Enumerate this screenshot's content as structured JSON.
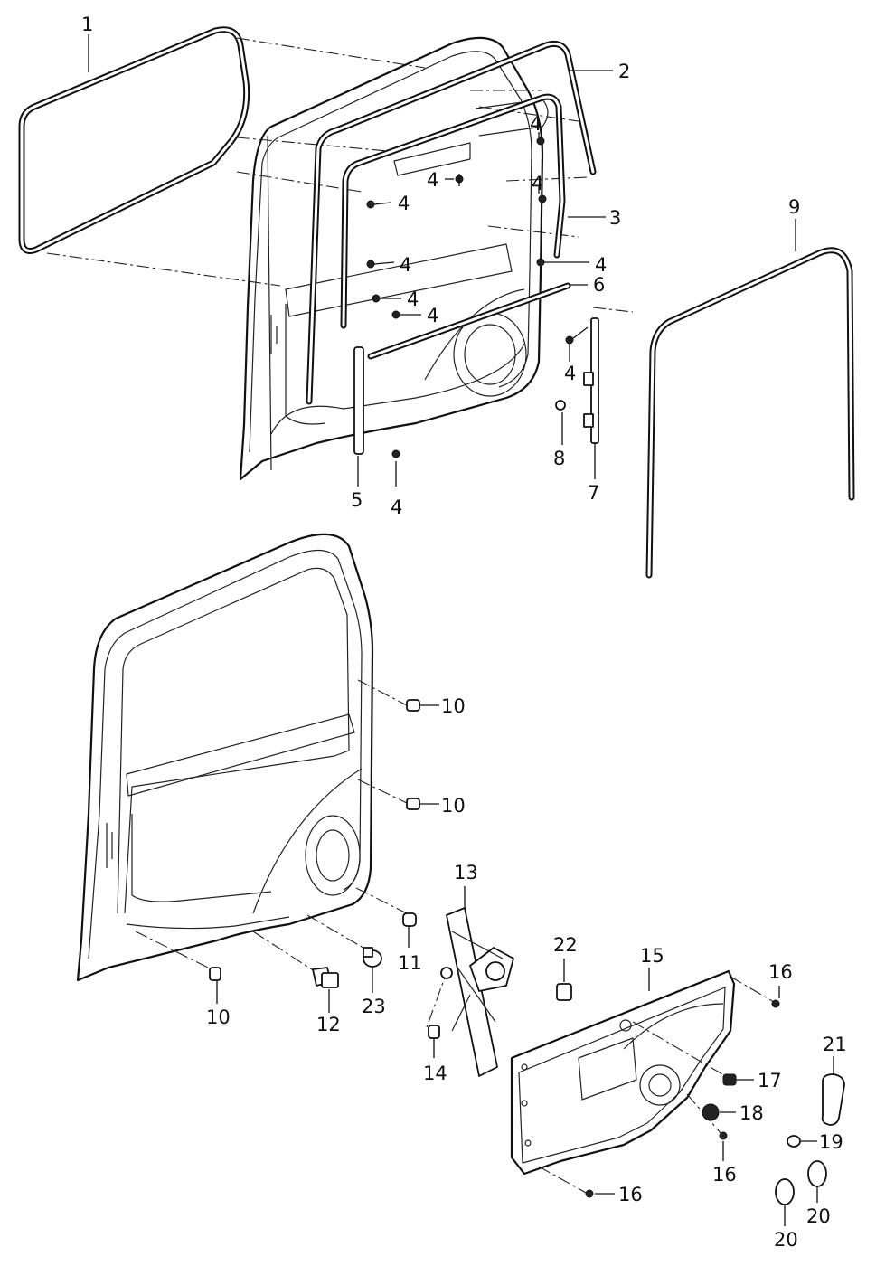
{
  "callouts": {
    "c1": "1",
    "c2": "2",
    "c3": "3",
    "c4a": "4",
    "c4b": "4",
    "c4c": "4",
    "c4d": "4",
    "c4e": "4",
    "c4f": "4",
    "c4g": "4",
    "c4h": "4",
    "c4i": "4",
    "c4j": "4",
    "c5": "5",
    "c6": "6",
    "c7": "7",
    "c8": "8",
    "c9": "9",
    "c10a": "10",
    "c10b": "10",
    "c10c": "10",
    "c11": "11",
    "c12": "12",
    "c13": "13",
    "c14": "14",
    "c15": "15",
    "c16a": "16",
    "c16b": "16",
    "c16c": "16",
    "c17": "17",
    "c18": "18",
    "c19": "19",
    "c20a": "20",
    "c20b": "20",
    "c21": "21",
    "c22": "22",
    "c23": "23"
  }
}
